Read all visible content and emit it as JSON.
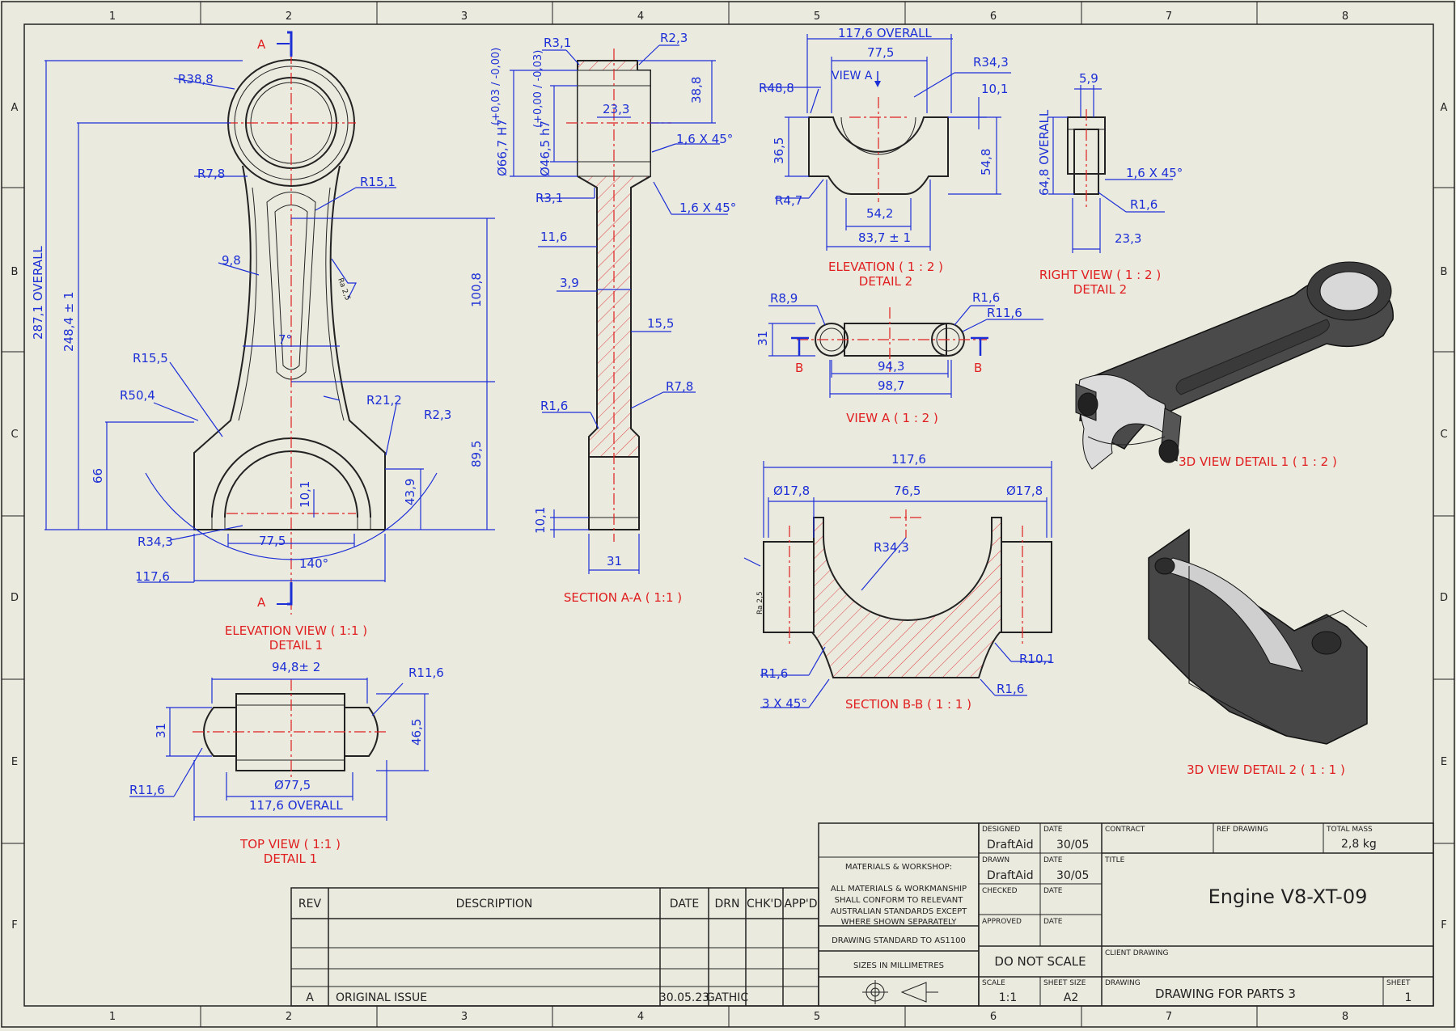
{
  "border": {
    "columns": [
      "1",
      "2",
      "3",
      "4",
      "5",
      "6",
      "7",
      "8"
    ],
    "rows": [
      "A",
      "B",
      "C",
      "D",
      "E",
      "F"
    ]
  },
  "views": {
    "elevation": {
      "title": "ELEVATION VIEW ( 1:1 )",
      "subtitle": "DETAIL 1",
      "section_marker": "A"
    },
    "top": {
      "title": "TOP VIEW ( 1:1 )",
      "subtitle": "DETAIL 1"
    },
    "section_aa": {
      "title": "SECTION A-A ( 1:1 )"
    },
    "elevation2": {
      "title": "ELEVATION ( 1 : 2 )",
      "subtitle": "DETAIL 2",
      "view_a": "VIEW A"
    },
    "right": {
      "title": "RIGHT VIEW ( 1 : 2 )",
      "subtitle": "DETAIL 2"
    },
    "view_a": {
      "title": "VIEW A ( 1 : 2 )",
      "section_marker": "B"
    },
    "section_bb": {
      "title": "SECTION B-B ( 1 : 1 )"
    },
    "iso1": {
      "title": "3D VIEW DETAIL 1 ( 1 : 2 )"
    },
    "iso2": {
      "title": "3D VIEW DETAIL 2 ( 1 : 1 )"
    }
  },
  "dims": {
    "elev": [
      "R38,8",
      "287,1 OVERALL",
      "248,4 ± 1",
      "R7,8",
      "R15,1",
      "9,8",
      "100,8",
      "7°",
      "R15,5",
      "R50,4",
      "R21,2",
      "R2,3",
      "66",
      "89,5",
      "10,1",
      "43,9",
      "R34,3",
      "77,5",
      "140°",
      "117,6"
    ],
    "top": [
      "94,8± 2",
      "R11,6",
      "31",
      "46,5",
      "R11,6",
      "Ø77,5",
      "117,6 OVERALL"
    ],
    "saa": [
      "R3,1",
      "R2,3",
      "Ø66,7 H7",
      "(+0,03 / -0,00)",
      "Ø46,5 h7",
      "(+0,00 / -0,03)",
      "23,3",
      "38,8",
      "1,6 X 45°",
      "R3,1",
      "1,6 X 45°",
      "11,6",
      "3,9",
      "15,5",
      "R7,8",
      "R1,6",
      "10,1",
      "31"
    ],
    "e2": [
      "117,6 OVERALL",
      "77,5",
      "R34,3",
      "R48,8",
      "10,1",
      "36,5",
      "54,8",
      "R4,7",
      "54,2",
      "83,7 ± 1"
    ],
    "rv": [
      "5,9",
      "64,8 OVERALL",
      "1,6 X 45°",
      "R1,6",
      "23,3"
    ],
    "va": [
      "R8,9",
      "R1,6",
      "R11,6",
      "31",
      "94,3",
      "98,7"
    ],
    "sbb": [
      "117,6",
      "Ø17,8",
      "76,5",
      "Ø17,8",
      "R34,3",
      "R1,6",
      "R10,1",
      "3 X 45°",
      "R1,6"
    ],
    "ra": [
      "Ra 2,5",
      "Ra 2,5"
    ]
  },
  "revision_table": {
    "headers": [
      "REV",
      "DESCRIPTION",
      "DATE",
      "DRN",
      "CHK'D",
      "APP'D"
    ],
    "rows": [
      [
        "A",
        "ORIGINAL ISSUE",
        "30.05.23",
        "GATHIC",
        "",
        ""
      ]
    ]
  },
  "notes": {
    "materials_title": "MATERIALS & WORKSHOP:",
    "materials_lines": [
      "ALL MATERIALS & WORKMANSHIP",
      "SHALL CONFORM TO RELEVANT",
      "AUSTRALIAN STANDARDS EXCEPT",
      "WHERE SHOWN SEPARATELY"
    ],
    "standard": "DRAWING STANDARD TO AS1100",
    "units": "SIZES IN MILLIMETRES"
  },
  "title_block": {
    "designed_label": "DESIGNED",
    "designed": "DraftAid",
    "date_label": "DATE",
    "designed_date": "30/05",
    "drawn_label": "DRAWN",
    "drawn": "DraftAid",
    "drawn_date": "30/05",
    "checked_label": "CHECKED",
    "approved_label": "APPROVED",
    "contract_label": "CONTRACT",
    "ref_label": "REF DRAWING",
    "mass_label": "TOTAL MASS",
    "mass": "2,8 kg",
    "title_label": "TITLE",
    "title": "Engine V8-XT-09",
    "client_label": "CLIENT DRAWING",
    "no_scale": "DO NOT SCALE",
    "scale_label": "SCALE",
    "scale": "1:1",
    "size_label": "SHEET SIZE",
    "size": "A2",
    "drawing_label": "DRAWING",
    "drawing": "DRAWING FOR PARTS 3",
    "sheet_label": "SHEET",
    "sheet": "1"
  }
}
